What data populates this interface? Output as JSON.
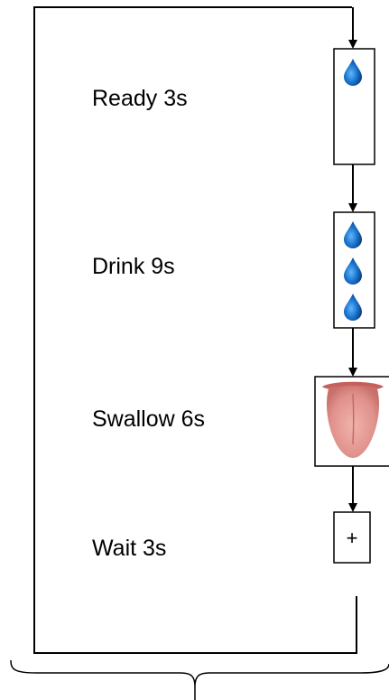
{
  "steps": [
    {
      "label": "Ready 3s",
      "stimulus": "water-drop-icon",
      "drops": 1
    },
    {
      "label": "Drink 9s",
      "stimulus": "water-drop-icon",
      "drops": 3
    },
    {
      "label": "Swallow 6s",
      "stimulus": "tongue-image"
    },
    {
      "label": "Wait 3s",
      "stimulus": "fixation-cross",
      "symbol": "+"
    }
  ],
  "colors": {
    "line": "#000000",
    "drop": "#1565c0",
    "drop_highlight": "#64b5f6",
    "tongue": "#e59a96"
  }
}
